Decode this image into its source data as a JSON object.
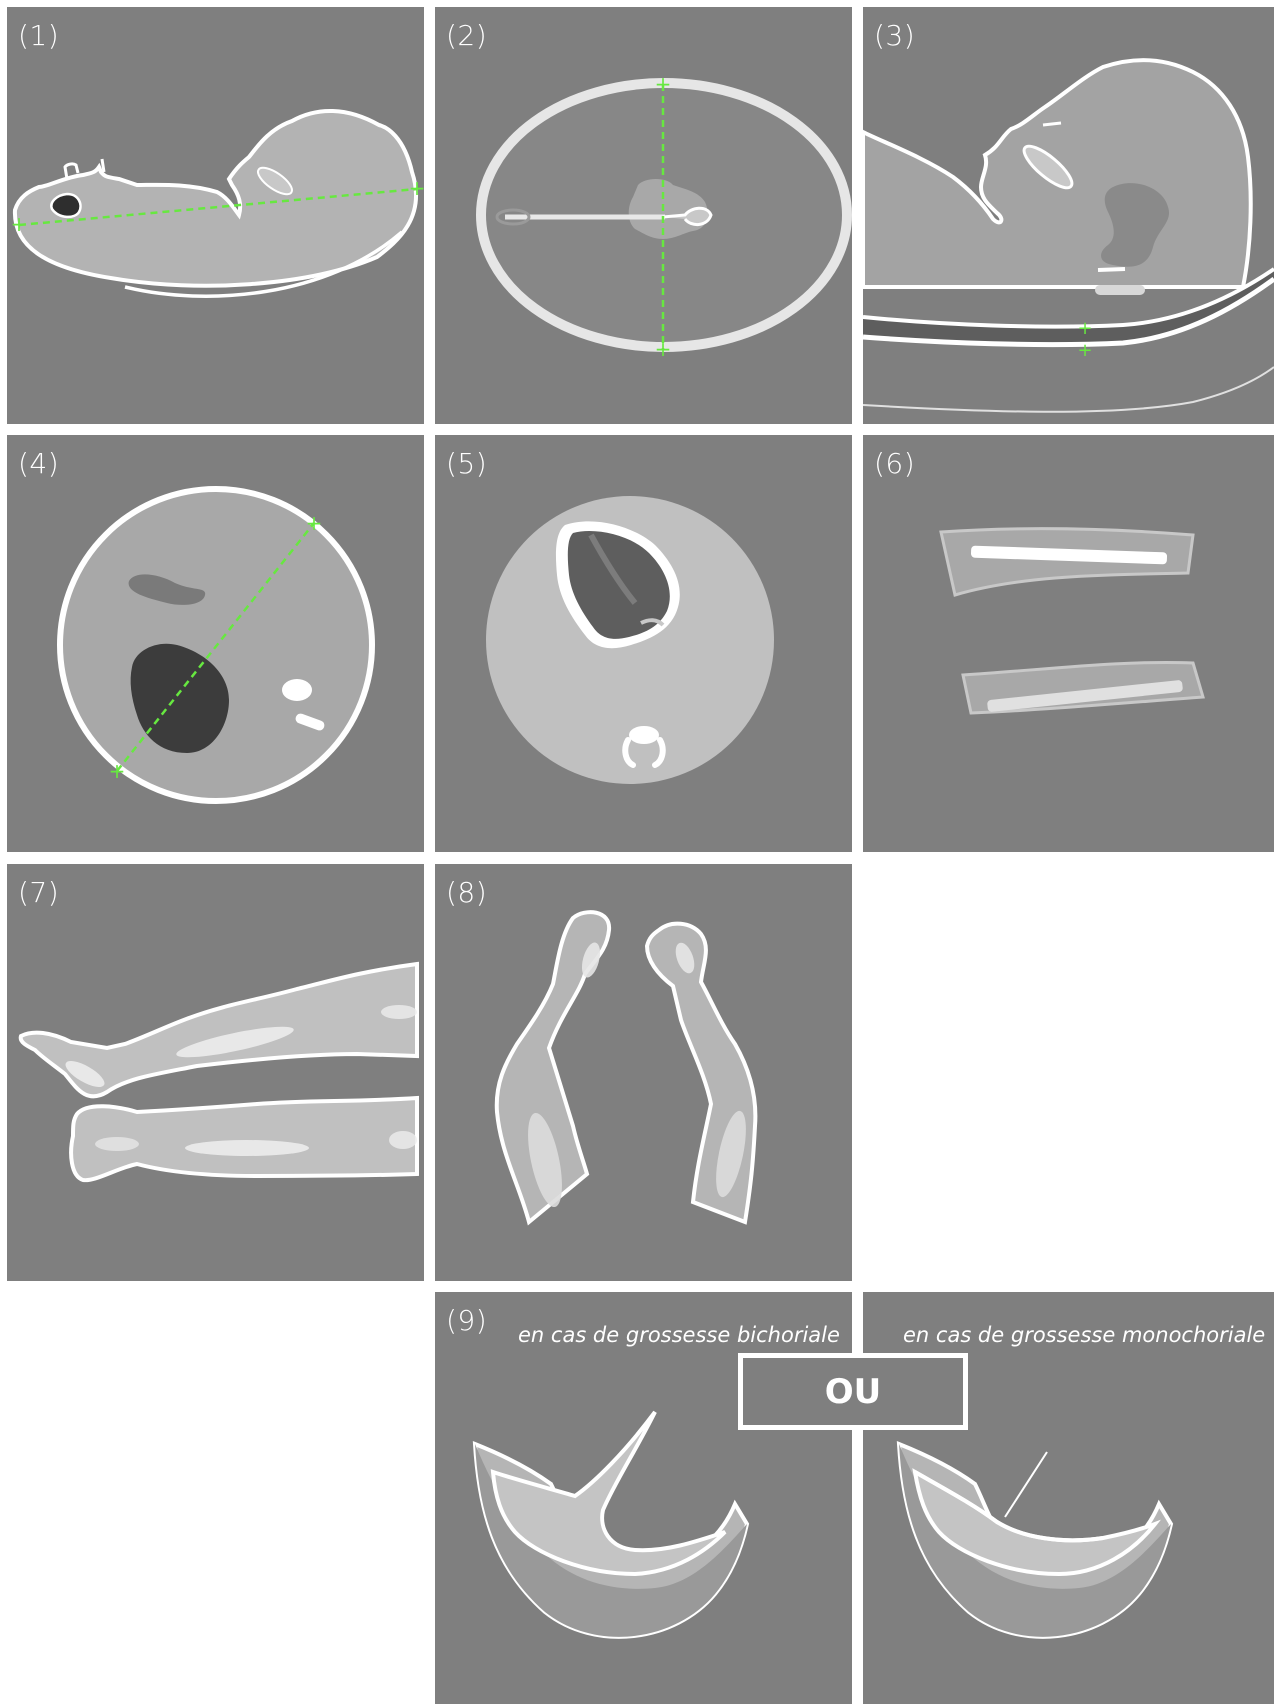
{
  "colors": {
    "panel_bg": "#7f7f7f",
    "outline": "#ffffff",
    "measure": "#67e840"
  },
  "panels": [
    {
      "label": "(1)"
    },
    {
      "label": "(2)"
    },
    {
      "label": "(3)"
    },
    {
      "label": "(4)"
    },
    {
      "label": "(5)"
    },
    {
      "label": "(6)"
    },
    {
      "label": "(7)"
    },
    {
      "label": "(8)"
    },
    {
      "label": "(9)"
    }
  ],
  "panel9": {
    "caption_left": "en cas de grossesse bichoriale",
    "caption_right": "en cas de grossesse monochoriale",
    "or_label": "OU"
  }
}
